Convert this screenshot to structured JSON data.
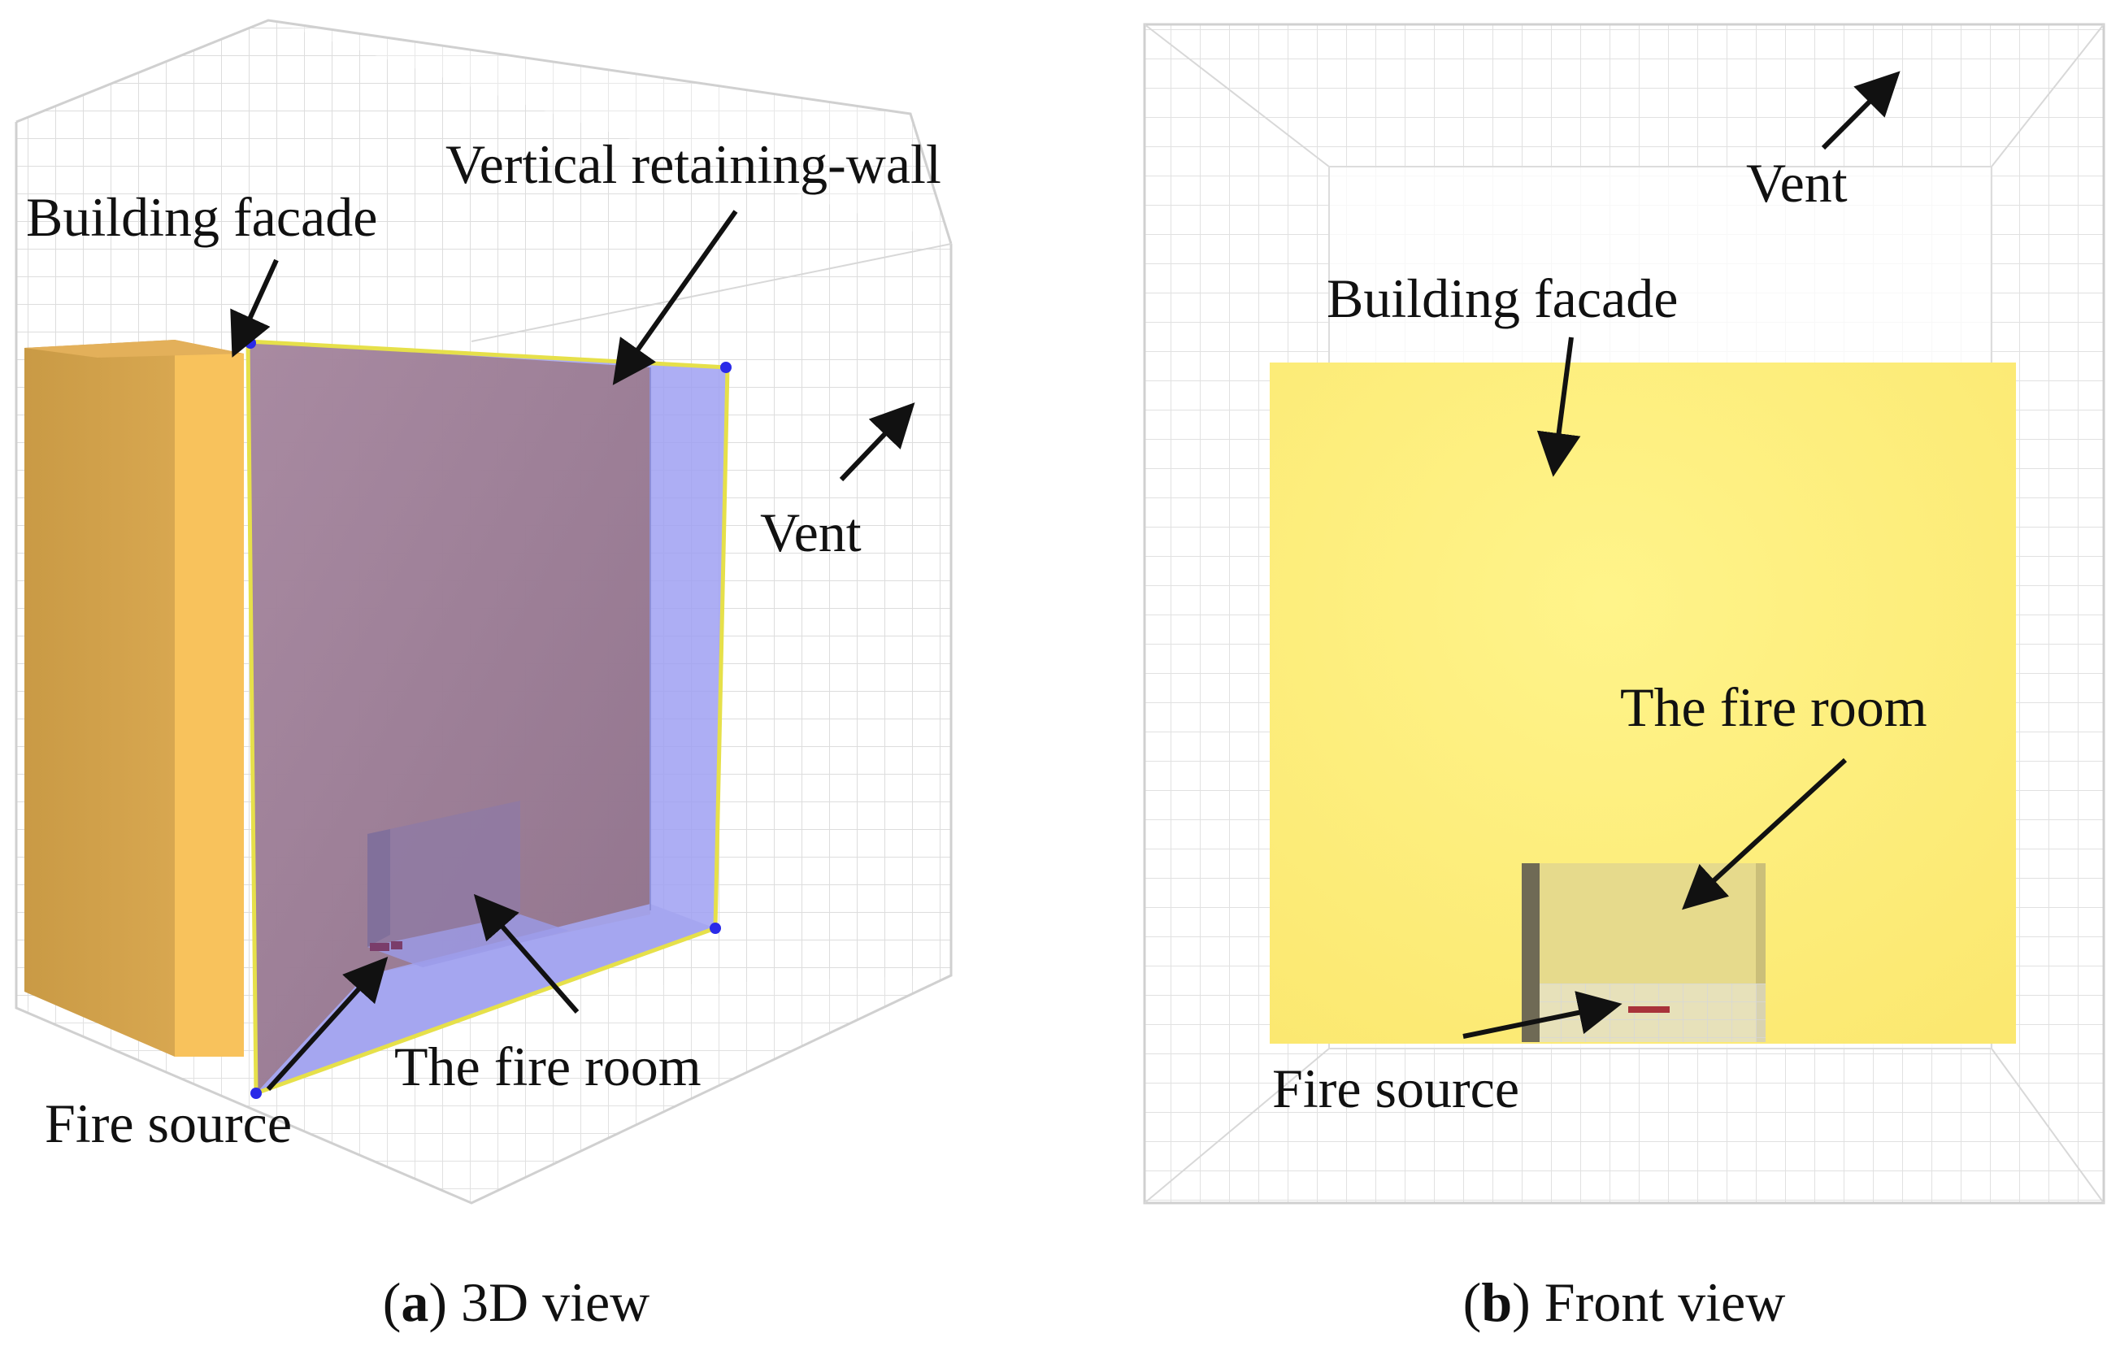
{
  "panel_a": {
    "labels": {
      "building_facade": "Building facade",
      "retaining_wall": "Vertical retaining-wall",
      "vent": "Vent",
      "fire_room": "The fire room",
      "fire_source": "Fire source"
    },
    "caption": {
      "letter": "a",
      "text": "3D view"
    }
  },
  "panel_b": {
    "labels": {
      "vent": "Vent",
      "building_facade": "Building facade",
      "fire_room": "The fire room",
      "fire_source": "Fire source"
    },
    "caption": {
      "letter": "b",
      "text": "Front view"
    }
  },
  "colors": {
    "facade_yellow": "#fdf07a",
    "facade_orange": "#f8c25c",
    "retaining_wall_mauve": "#a07c92",
    "vent_blue": "#9fa0f2",
    "grid_gray": "#d6d6d6",
    "fire_red": "#a8333a"
  }
}
